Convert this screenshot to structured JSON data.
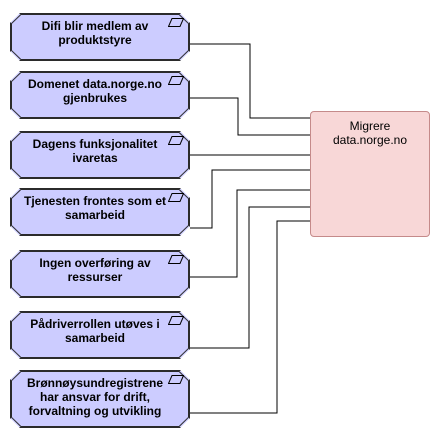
{
  "diagram": {
    "goal": {
      "label": "Migrere data.norge.no"
    },
    "requirements": [
      {
        "label": "Difi blir medlem av produktstyre"
      },
      {
        "label": "Domenet data.norge.no gjenbrukes"
      },
      {
        "label": "Dagens funksjonalitet ivaretas"
      },
      {
        "label": "Tjenesten frontes som et samarbeid"
      },
      {
        "label": "Ingen overføring av ressurser"
      },
      {
        "label": "Pådriverrollen utøves i samarbeid"
      },
      {
        "label": "Brønnøysundregistrene har ansvar for drift, forvaltning og utvikling"
      }
    ],
    "colors": {
      "requirement_fill": "#ccccff",
      "requirement_border": "#2b2b2b",
      "goal_fill": "#f8d7d7",
      "goal_border": "#c58a8a",
      "connector": "#000000"
    },
    "icons": {
      "requirement": "parallelogram-icon"
    }
  }
}
